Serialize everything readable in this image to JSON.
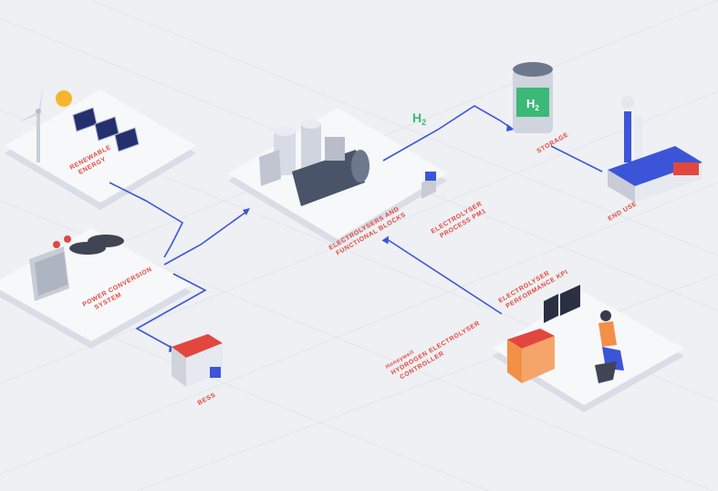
{
  "labels": {
    "renewable": [
      "RENEWABLE",
      "ENERGY"
    ],
    "pcs": [
      "POWER CONVERSION",
      "SYSTEM"
    ],
    "bess": [
      "BESS"
    ],
    "electrolysers": [
      "ELECTROLYSERS AND",
      "FUNCTIONAL BLOCKS"
    ],
    "process_pm1": [
      "ELECTROLYSER",
      "PROCESS PM1"
    ],
    "storage": [
      "STORAGE"
    ],
    "end_use": [
      "END USE"
    ],
    "performance": [
      "ELECTROLYSER",
      "PERFORMANCE KPI"
    ],
    "controller_brand": "Honeywell",
    "controller": [
      "HYDROGEN ELECTROLYSER",
      "CONTROLLER"
    ]
  },
  "h2_text": "H",
  "h2_sub": "2",
  "storage_tank_text": "H",
  "storage_tank_sub": "2",
  "colors": {
    "background": "#eef0f3",
    "platform": "#f7f8fa",
    "platform_edge": "#d9dde6",
    "flow_line": "#3c55d8",
    "label": "#e2473f",
    "h2_green": "#3cb878"
  }
}
